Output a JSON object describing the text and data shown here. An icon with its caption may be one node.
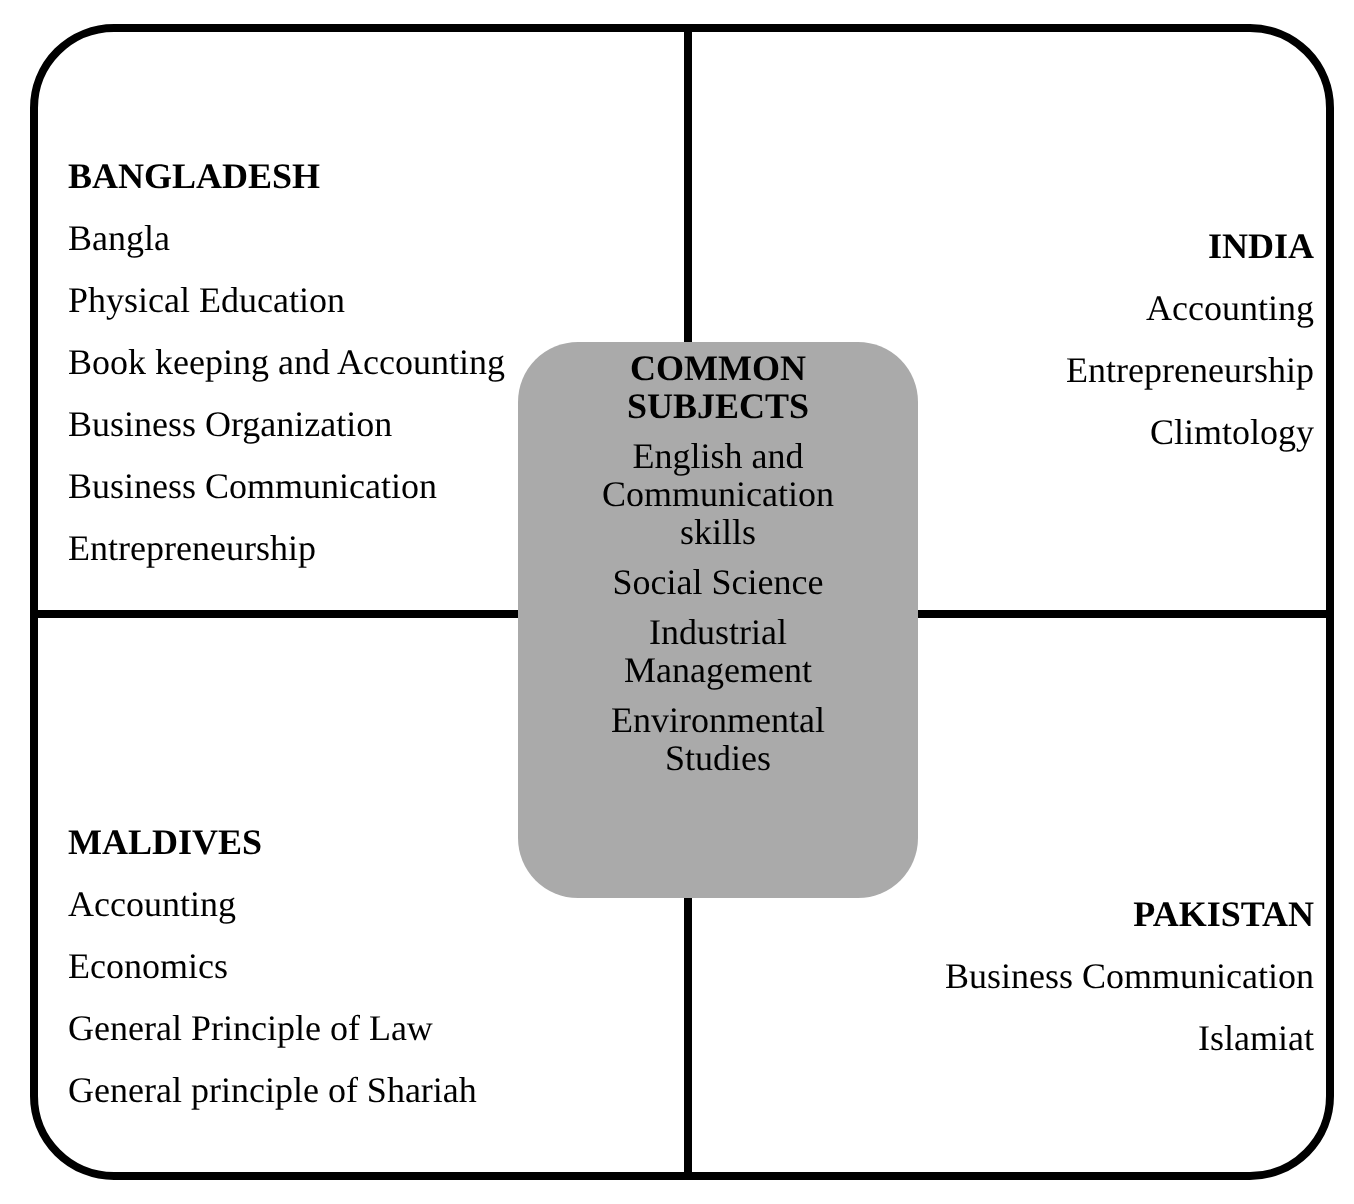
{
  "diagram": {
    "nodes": [
      {
        "text": [],
        "shape": "box"
      },
      {
        "text": [
          "BANGLADESH",
          "Bangla",
          "Physical Education",
          "Book keeping and Accounting",
          "Business Organization",
          "Business Communication",
          "Entrepreneurship"
        ],
        "in": 0
      },
      {
        "text": [
          "INDIA",
          "Accounting",
          "Entrepreneurship",
          "Climtology"
        ],
        "in": 0
      },
      {
        "text": [
          "COMMON SUBJECTS",
          "English and Communication skills",
          "Social Science",
          "Industrial Management",
          "Environmental Studies"
        ],
        "in": 0
      },
      {
        "text": [
          "MALDIVES",
          "Accounting",
          "Economics",
          "General Principle of Law",
          "General principle of Shariah"
        ],
        "in": 0
      },
      {
        "text": [
          "PAKISTAN",
          "Business Communication",
          "Islamiat"
        ],
        "in": 0
      }
    ]
  }
}
